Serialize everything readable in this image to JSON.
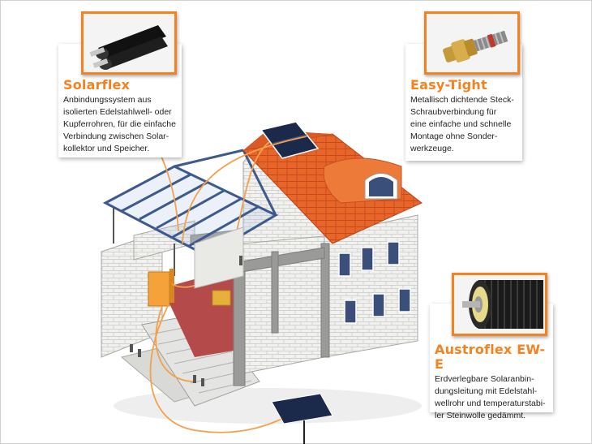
{
  "products": [
    {
      "title": "Solarflex",
      "description": "Anbindungssystem aus\nisolierten Edelstahlwell- oder\nKupferrohren, für die einfache\nVerbindung zwischen Solar-\nkollektor und Speicher.",
      "icon": "twin-pipe-icon"
    },
    {
      "title": "Easy-Tight",
      "description": "Metallisch dichtende Steck-\nSchraubverbindung für\neine einfache und schnelle\nMontage ohne Sonder-\nwerkzeuge.",
      "icon": "brass-fitting-icon"
    },
    {
      "title": "Austroflex EW-E",
      "description": "Erdverlegbare Solaranbin-\ndungsleitung mit Edelstahl-\nwellrohr und temperaturstabi-\nler Steinwolle gedämmt.",
      "icon": "insulated-pipe-icon"
    }
  ],
  "colors": {
    "accent": "#f58220",
    "roof": "#e8652a",
    "solar_panel": "#1b2a4a",
    "floor": "#b44a4a",
    "line": "#f5a04a"
  }
}
